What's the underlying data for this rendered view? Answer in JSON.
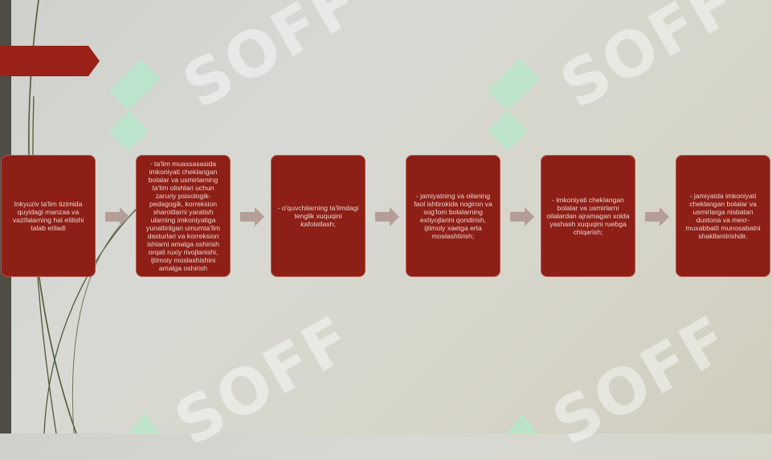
{
  "watermark": {
    "text": "SOFF"
  },
  "colors": {
    "box_fill": "#8e1f16",
    "box_text": "#e9d6d2",
    "arrow": "#b49e97",
    "accent_tab": "#9a2118",
    "left_strip": "#4f4c46"
  },
  "flow": {
    "boxes": [
      {
        "text": "Inkyuziv ta'lim tizimida quyidagi manzaa va vazifalarning hal etilishi talab etiladi"
      },
      {
        "text": "- ta'lim muassasasida imkoniyati cheklangan bolalar va usmirlarning ta'lim olishlari uchun zaruriy psixologik-pedagogik, korreksion sharoitlarni yaratish ularning imkoniyatiga yunaltirilgan umumta'lim dasturlari va korreksion ishlarni amalga oshirish orqali ruxiy rivojlanishi, ijtimoiy moslashishini amalga oshirish"
      },
      {
        "text": "- o'quvchilarning ta'limdagi tenglik xuquqini kafolatlash;"
      },
      {
        "text": "- jamiyatning va oilaning faol ishtirokida nogiron va sog'lom bolalarning extiyojlarini qondirish, ijtimoiy xaetga erta moslashtirish;"
      },
      {
        "text": "- imkoniyati cheklangan bolalar va usmirlarni oilalardan ajramagan xolda yashash xuquqini ruebga chiqarish;"
      },
      {
        "text": "- jamiyatda imkoniyati cheklangan bolalar va usmirlarga nisbatan dustona va mexr-muxabbatli munosabatni shakllantirishdir."
      }
    ]
  }
}
